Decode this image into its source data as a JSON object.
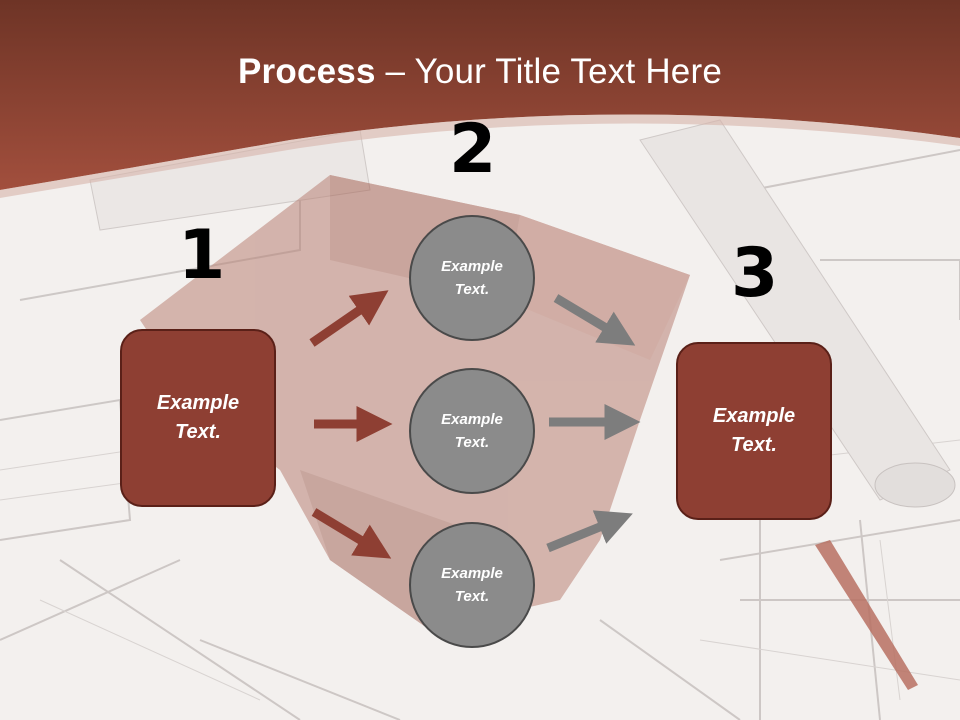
{
  "title": {
    "bold": "Process",
    "rest": " – Your Title Text Here"
  },
  "steps": {
    "one": "1",
    "two": "2",
    "three": "3"
  },
  "left_box": {
    "line1": "Example",
    "line2": "Text."
  },
  "right_box": {
    "line1": "Example",
    "line2": "Text."
  },
  "circles": [
    {
      "line1": "Example",
      "line2": "Text."
    },
    {
      "line1": "Example",
      "line2": "Text."
    },
    {
      "line1": "Example",
      "line2": "Text."
    }
  ],
  "colors": {
    "header": "#8e4334",
    "box": "#8e3f33",
    "circle": "#8b8b8b",
    "arrow_red": "#8e3f33",
    "arrow_gray": "#7d7d7d"
  }
}
